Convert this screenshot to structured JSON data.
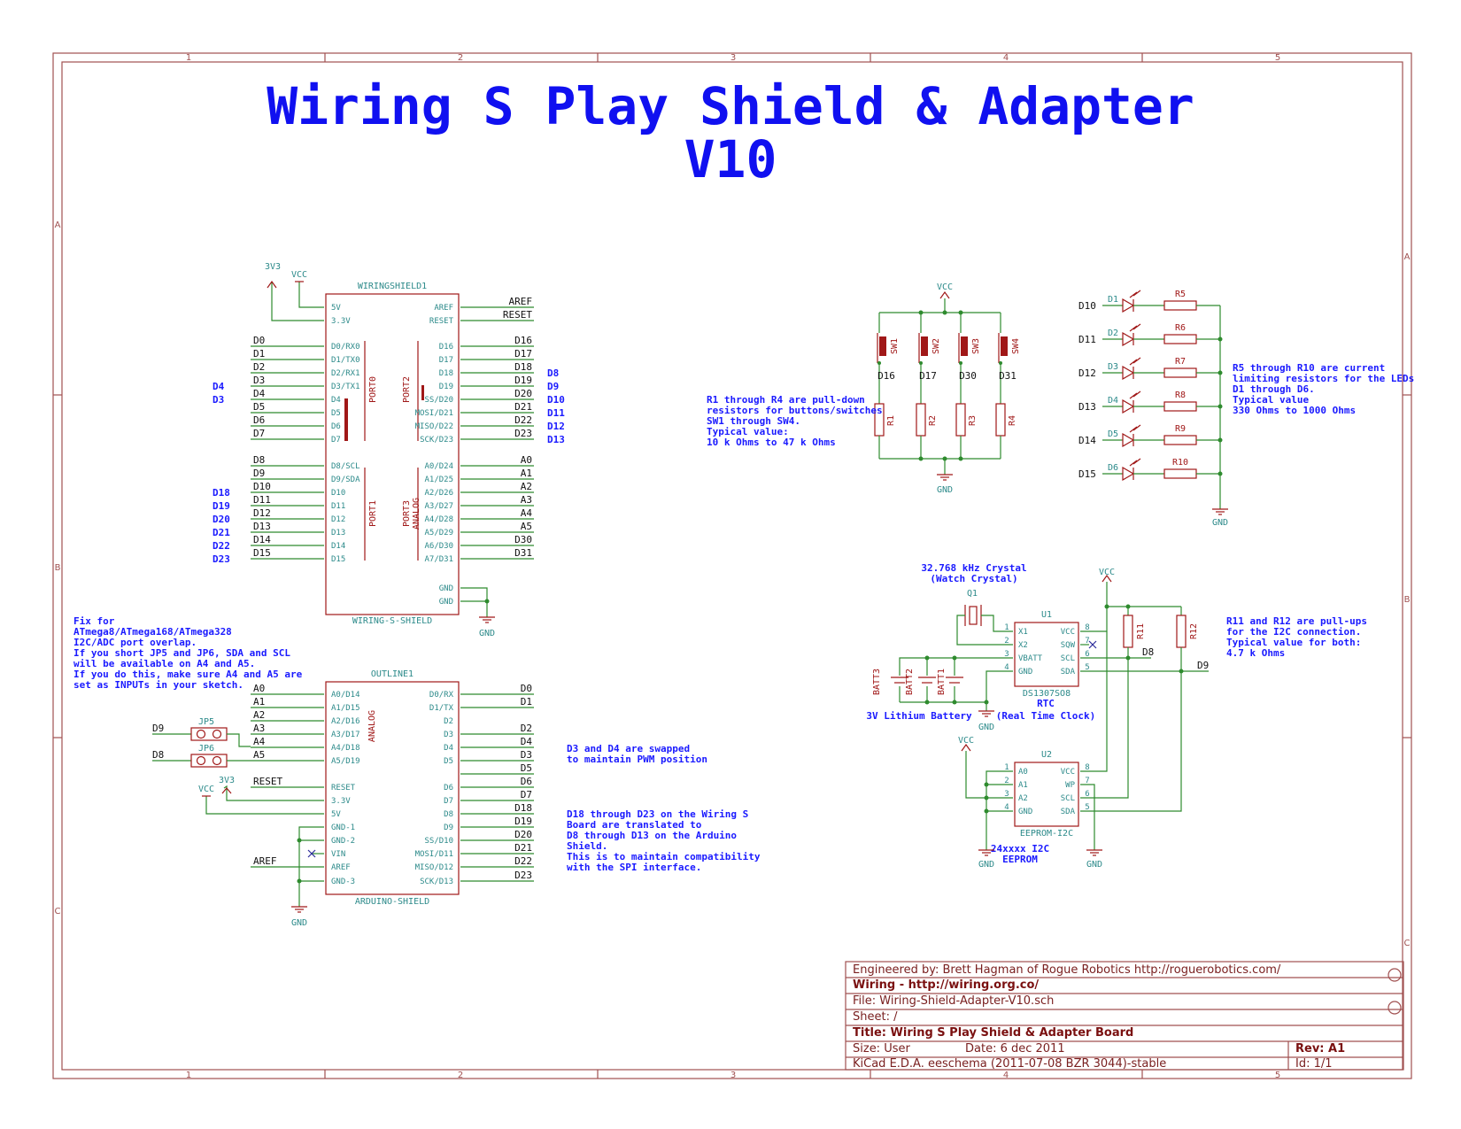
{
  "title": {
    "line1": "Wiring S Play Shield & Adapter",
    "line2": "V10"
  },
  "frame": {
    "cols": [
      "1",
      "2",
      "3",
      "4",
      "5"
    ],
    "rows": [
      "A",
      "B",
      "C"
    ]
  },
  "title_block": {
    "engineered": "Engineered by: Brett Hagman of Rogue Robotics http://roguerobotics.com/",
    "wiring": "Wiring - http://wiring.org.co/",
    "file": "File: Wiring-Shield-Adapter-V10.sch",
    "sheet": "Sheet: /",
    "title": "Title: Wiring S Play Shield & Adapter Board",
    "size": "Size: User",
    "date": "Date: 6 dec 2011",
    "rev": "Rev: A1",
    "kicad": "KiCad E.D.A.  eeschema (2011-07-08 BZR 3044)-stable",
    "id": "Id: 1/1"
  },
  "wiringshield": {
    "ref": "WIRINGSHIELD1",
    "name": "WIRING-S-SHIELD",
    "left_pins": [
      "5V",
      "3.3V",
      "D0/RX0",
      "D1/TX0",
      "D2/RX1",
      "D3/TX1",
      "D4",
      "D5",
      "D6",
      "D7",
      "D8/SCL",
      "D9/SDA",
      "D10",
      "D11",
      "D12",
      "D13",
      "D14",
      "D15"
    ],
    "right_pins": [
      "AREF",
      "RESET",
      "D16",
      "D17",
      "D18",
      "D19",
      "SS/D20",
      "MOSI/D21",
      "MISO/D22",
      "SCK/D23",
      "A0/D24",
      "A1/D25",
      "A2/D26",
      "A3/D27",
      "A4/D28",
      "A5/D29",
      "A6/D30",
      "A7/D31",
      "GND",
      "GND"
    ],
    "left_nets": [
      "D0",
      "D1",
      "D2",
      "D3",
      "D4",
      "D5",
      "D6",
      "D7",
      "D8",
      "D9",
      "D10",
      "D11",
      "D12",
      "D13",
      "D14",
      "D15"
    ],
    "right_nets": [
      "AREF",
      "RESET",
      "D16",
      "D17",
      "D18",
      "D19",
      "D20",
      "D21",
      "D22",
      "D23",
      "A0",
      "A1",
      "A2",
      "A3",
      "A4",
      "A5",
      "D30",
      "D31"
    ],
    "ports": [
      "PORT0",
      "PORT2",
      "PORT1",
      "PORT3",
      "ANALOG"
    ],
    "blue_left": [
      "D4",
      "D3",
      "D18",
      "D19",
      "D20",
      "D21",
      "D22",
      "D23"
    ],
    "blue_right": [
      "D8",
      "D9",
      "D10",
      "D11",
      "D12",
      "D13"
    ]
  },
  "arduino": {
    "ref": "OUTLINE1",
    "name": "ARDUINO-SHIELD",
    "left_pins": [
      "A0/D14",
      "A1/D15",
      "A2/D16",
      "A3/D17",
      "A4/D18",
      "A5/D19",
      "RESET",
      "3.3V",
      "5V",
      "GND-1",
      "GND-2",
      "VIN",
      "AREF",
      "GND-3"
    ],
    "right_pins": [
      "D0/RX",
      "D1/TX",
      "D2",
      "D3",
      "D4",
      "D5",
      "D6",
      "D7",
      "D8",
      "D9",
      "SS/D10",
      "MOSI/D11",
      "MISO/D12",
      "SCK/D13"
    ],
    "left_nets": [
      "A0",
      "A1",
      "A2",
      "A3",
      "A4",
      "A5",
      "RESET",
      "AREF"
    ],
    "right_nets": [
      "D0",
      "D1",
      "D2",
      "D4",
      "D3",
      "D5",
      "D6",
      "D7",
      "D18",
      "D19",
      "D20",
      "D21",
      "D22",
      "D23"
    ],
    "analog": "ANALOG"
  },
  "power": {
    "v33": "3V3",
    "vcc": "VCC",
    "gnd": "GND"
  },
  "jumpers": {
    "jp5": "JP5",
    "jp6": "JP6",
    "d9": "D9",
    "d8": "D8"
  },
  "switches": {
    "refs": [
      "SW1",
      "SW2",
      "SW3",
      "SW4"
    ],
    "nets": [
      "D16",
      "D17",
      "D30",
      "D31"
    ],
    "resistors": [
      "R1",
      "R2",
      "R3",
      "R4"
    ]
  },
  "leds": {
    "nets": [
      "D10",
      "D11",
      "D12",
      "D13",
      "D14",
      "D15"
    ],
    "refs": [
      "D1",
      "D2",
      "D3",
      "D4",
      "D5",
      "D6"
    ],
    "resistors": [
      "R5",
      "R6",
      "R7",
      "R8",
      "R9",
      "R10"
    ]
  },
  "rtc": {
    "crystal_label": [
      "32.768 kHz Crystal",
      "(Watch Crystal)"
    ],
    "q": "Q1",
    "u": "U1",
    "chip": "DS1307SO8",
    "left_pins": [
      "X1",
      "X2",
      "VBATT",
      "GND"
    ],
    "left_nums": [
      "1",
      "2",
      "3",
      "4"
    ],
    "right_pins": [
      "VCC",
      "SQW",
      "SCL",
      "SDA"
    ],
    "right_nums": [
      "8",
      "7",
      "6",
      "5"
    ],
    "batts": [
      "BATT3",
      "BATT2",
      "BATT1"
    ],
    "batt_label": "3V Lithium Battery",
    "rtc_label": [
      "RTC",
      "(Real Time Clock)"
    ],
    "r11": "R11",
    "r12": "R12",
    "d8": "D8",
    "d9": "D9"
  },
  "eeprom": {
    "u": "U2",
    "chip": "EEPROM-I2C",
    "left_pins": [
      "A0",
      "A1",
      "A2",
      "GND"
    ],
    "left_nums": [
      "1",
      "2",
      "3",
      "4"
    ],
    "right_pins": [
      "VCC",
      "WP",
      "SCL",
      "SDA"
    ],
    "right_nums": [
      "8",
      "7",
      "6",
      "5"
    ],
    "label": [
      "24xxxx I2C",
      "EEPROM"
    ]
  },
  "notes": {
    "fix": [
      "Fix for",
      "ATmega8/ATmega168/ATmega328",
      "I2C/ADC port overlap.",
      "If you short JP5 and JP6, SDA and SCL",
      "will be available on A4 and A5.",
      "If you do this, make sure A4 and A5 are",
      "set as INPUTs in your sketch."
    ],
    "swap": [
      "D3 and D4 are swapped",
      "to maintain PWM position"
    ],
    "translate": [
      "D18 through D23 on the Wiring S",
      "Board are translated to",
      "D8 through D13 on the Arduino",
      "Shield.",
      "This is to maintain compatibility",
      "with the SPI interface."
    ],
    "pulldown": [
      "R1 through R4 are pull-down",
      "resistors for buttons/switches",
      "SW1 through SW4.",
      "Typical value:",
      "10 k Ohms to 47 k Ohms"
    ],
    "leds": [
      "R5 through R10 are current",
      "limiting resistors for the LEDs",
      "D1 through D6.",
      "Typical value",
      "330 Ohms to 1000 Ohms"
    ],
    "pullup": [
      "R11 and R12 are pull-ups",
      "for the I2C connection.",
      "Typical value for both:",
      "4.7 k Ohms"
    ]
  },
  "colors": {
    "wire": "#2e8b2e",
    "symbol": "#a01818",
    "text": "#1a1aff",
    "pin": "#2c8a8a"
  }
}
